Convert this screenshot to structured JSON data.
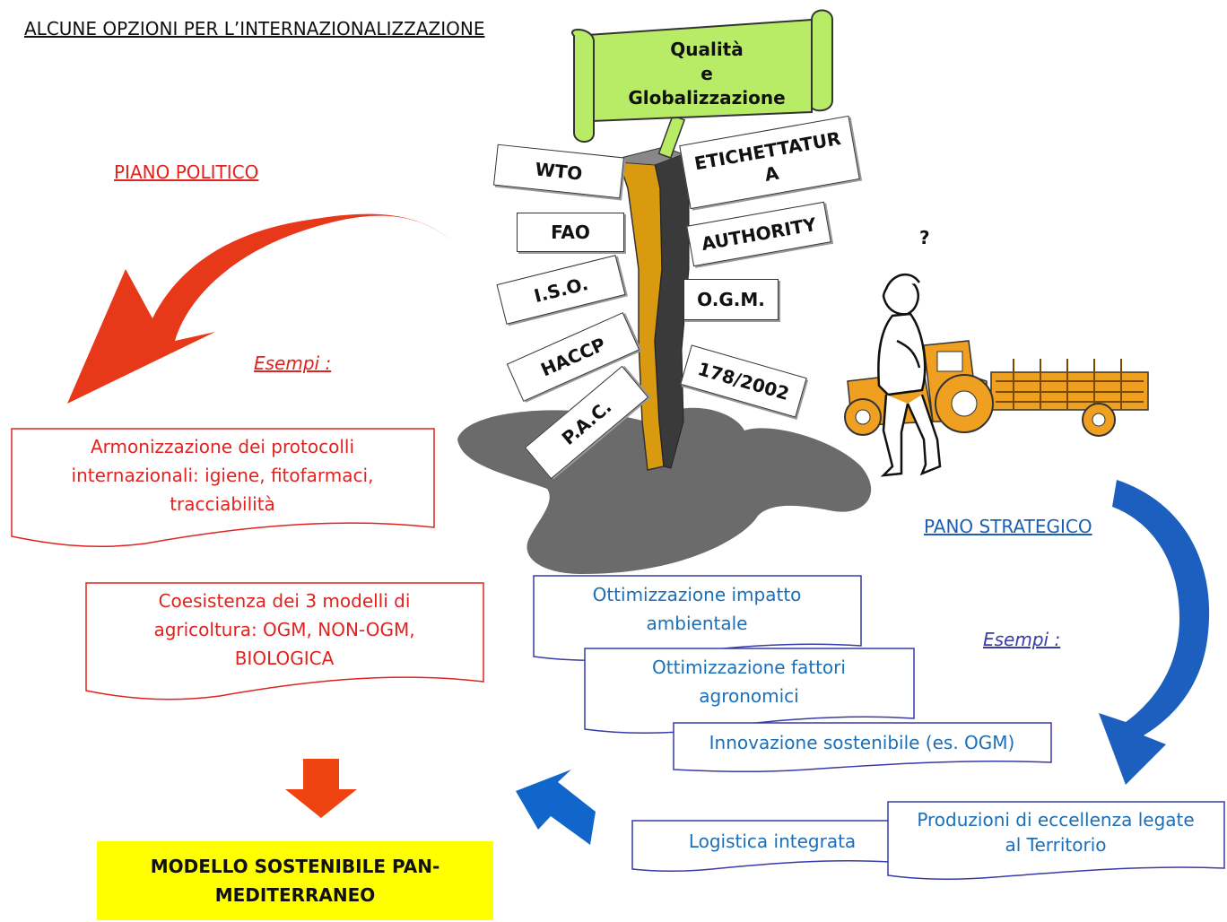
{
  "title": "ALCUNE OPZIONI PER L’INTERNAZIONALIZZAZIONE",
  "scroll": {
    "line1": "Qualità",
    "line2": "e",
    "line3": "Globalizzazione"
  },
  "signs_left": [
    "WTO",
    "FAO",
    "I.S.O.",
    "HACCP",
    "P.A.C."
  ],
  "signs_right": {
    "etichettatura_line1": "ETICHETTATUR",
    "etichettatura_line2": "A",
    "authority": "AUTHORITY",
    "ogm": "O.G.M.",
    "reg": "178/2002"
  },
  "question_mark": "?",
  "political": {
    "heading": "PIANO POLITICO",
    "examples_label": "Esempi :",
    "box1": [
      "Armonizzazione dei protocolli",
      "internazionali: igiene, fitofarmaci,",
      "tracciabilità"
    ],
    "box2": [
      "Coesistenza dei 3 modelli di",
      "agricoltura: OGM, NON-OGM,",
      "BIOLOGICA"
    ]
  },
  "strategic": {
    "heading": "PANO STRATEGICO",
    "examples_label": "Esempi :",
    "box1": [
      "Ottimizzazione impatto",
      "ambientale"
    ],
    "box2": [
      "Ottimizzazione fattori",
      "agronomici"
    ],
    "box3": "Innovazione sostenibile (es. OGM)",
    "box4": "Logistica integrata",
    "box5": [
      "Produzioni di eccellenza legate",
      "al Territorio"
    ]
  },
  "result": [
    "MODELLO SOSTENIBILE PAN-",
    "MEDITERRANEO"
  ],
  "colors": {
    "red": "#e0231f",
    "blue": "#1b6fb8",
    "green_scroll": "#b8ec66",
    "yellow": "#ffff00",
    "post_orange": "#d99a10",
    "shadow_gray": "#6b6b6b",
    "tractor_orange": "#f0a020"
  }
}
